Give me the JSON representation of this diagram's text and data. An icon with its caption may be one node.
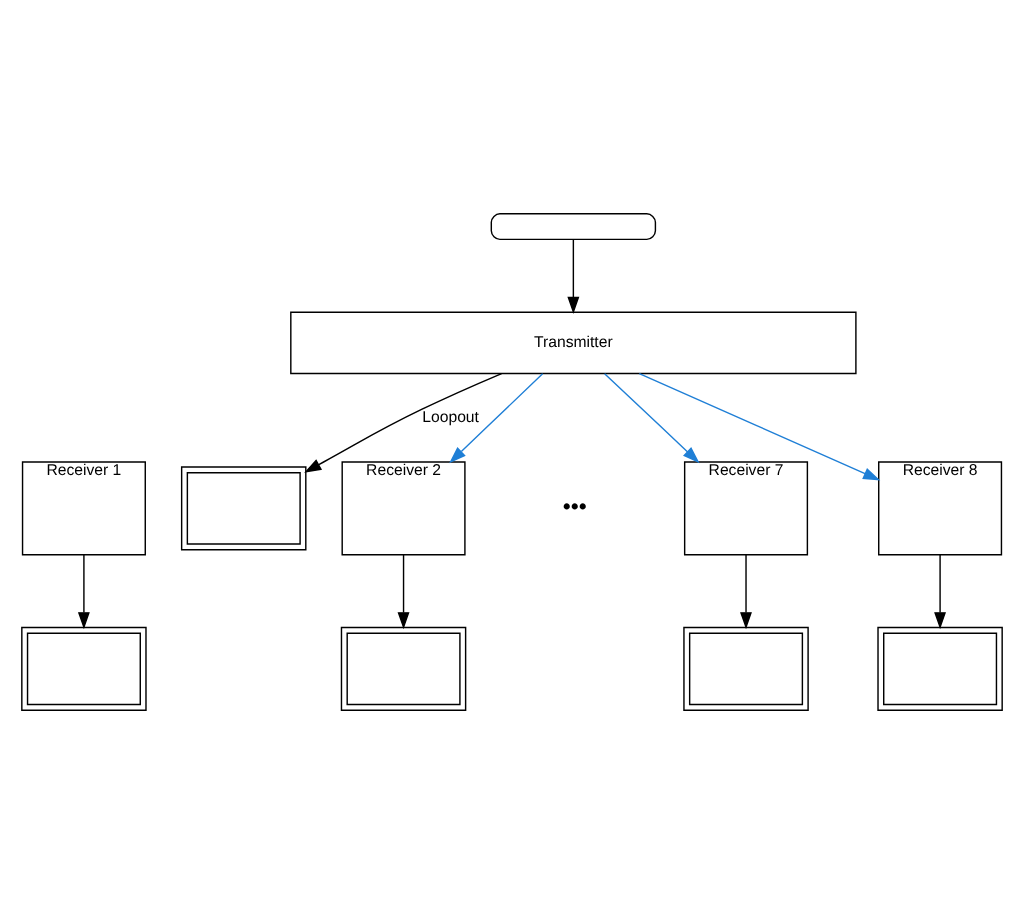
{
  "diagram": {
    "nodes": [
      {
        "text": [
          "Transmitter"
        ]
      },
      {
        "text": [],
        "shape": "box"
      },
      {
        "text": [],
        "shape": "monitor"
      },
      {
        "text": [
          "Receiver 1"
        ]
      },
      {
        "text": [
          "Receiver 2"
        ]
      },
      {
        "text": [
          "Receiver 7"
        ]
      },
      {
        "text": [
          "Receiver 8"
        ]
      },
      {
        "text": [],
        "shape": "monitor"
      },
      {
        "text": [],
        "shape": "monitor"
      },
      {
        "text": [],
        "shape": "monitor"
      },
      {
        "text": [],
        "shape": "monitor"
      }
    ],
    "edges": [
      {
        "from": 1,
        "to": 0,
        "arrow": "to"
      },
      {
        "from": 0,
        "to": 2,
        "arrow": "to",
        "label": "Loopout"
      },
      {
        "from": 0,
        "to": 4,
        "arrow": "to",
        "color": "#1f7fd6"
      },
      {
        "from": 0,
        "to": 5,
        "arrow": "to",
        "color": "#1f7fd6"
      },
      {
        "from": 0,
        "to": 6,
        "arrow": "to",
        "color": "#1f7fd6"
      },
      {
        "from": 3,
        "to": 7,
        "arrow": "to"
      },
      {
        "from": 4,
        "to": 8,
        "arrow": "to"
      },
      {
        "from": 5,
        "to": 9,
        "arrow": "to"
      },
      {
        "from": 6,
        "to": 10,
        "arrow": "to"
      }
    ],
    "labels": [
      "•••"
    ]
  }
}
